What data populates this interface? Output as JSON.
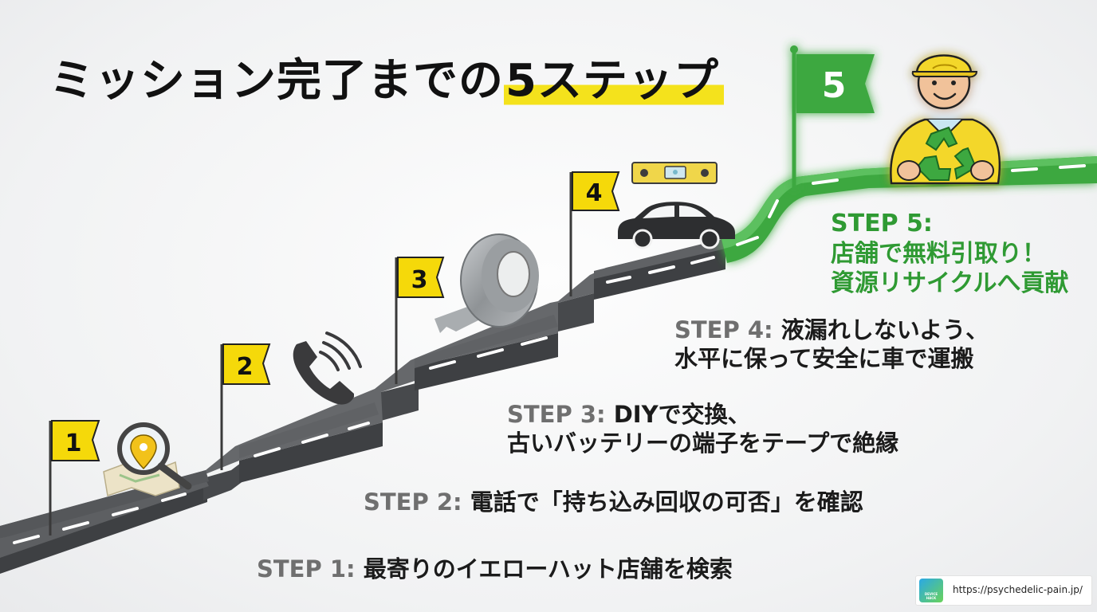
{
  "title": {
    "prefix": "ミッション完了までの",
    "highlight": "5ステップ"
  },
  "steps": [
    {
      "label": "STEP 1:",
      "line1": "最寄りのイエローハット店舗を検索",
      "line2": ""
    },
    {
      "label": "STEP 2:",
      "line1": "電話で「持ち込み回収の可否」を確認",
      "line2": ""
    },
    {
      "label": "STEP 3:",
      "line1": "DIYで交換、",
      "line2": "古いバッテリーの端子をテープで絶縁"
    },
    {
      "label": "STEP 4:",
      "line1": "液漏れしないよう、",
      "line2": "水平に保って安全に車で運搬"
    },
    {
      "label": "STEP 5:",
      "line1": "店舗で無料引取り！",
      "line2": "資源リサイクルへ貢献"
    }
  ],
  "flags": [
    "1",
    "2",
    "3",
    "4",
    "5"
  ],
  "icons": [
    "map-pin-magnifier-icon",
    "phone-icon",
    "tape-roll-icon",
    "level-tool-icon",
    "car-icon",
    "staff-recycle-icon"
  ],
  "site": {
    "logo_text": "DEVICE HACK",
    "url": "https://psychedelic-pain.jp/"
  },
  "colors": {
    "flag_yellow": "#f5d90a",
    "goal_green": "#3ca83f",
    "road": "#5d5f62",
    "highlight": "#f4e21c"
  }
}
